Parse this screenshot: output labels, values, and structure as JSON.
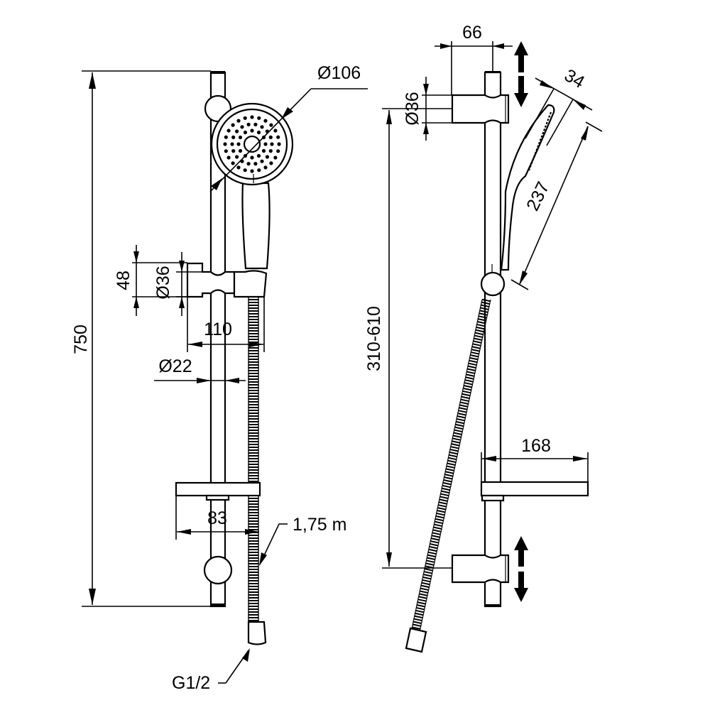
{
  "title": "Shower rail set — dimensional drawing",
  "colors": {
    "line": "#000000",
    "background": "#ffffff"
  },
  "front_view": {
    "overall_height": "750",
    "head_diameter": "Ø106",
    "slider_height": "48",
    "slider_diameter": "Ø36",
    "slider_projection": "110",
    "rail_diameter": "Ø22",
    "soap_dish_depth": "83",
    "hose_length": "1,75 m",
    "hose_connection": "G1/2"
  },
  "side_view": {
    "bracket_projection": "66",
    "bracket_diameter": "Ø36",
    "handset_width": "34",
    "handset_length": "237",
    "bracket_spacing": "310-610",
    "soap_dish_projection": "168",
    "adjustable_arrows": [
      "up-down-arrow",
      "up-down-arrow"
    ]
  }
}
